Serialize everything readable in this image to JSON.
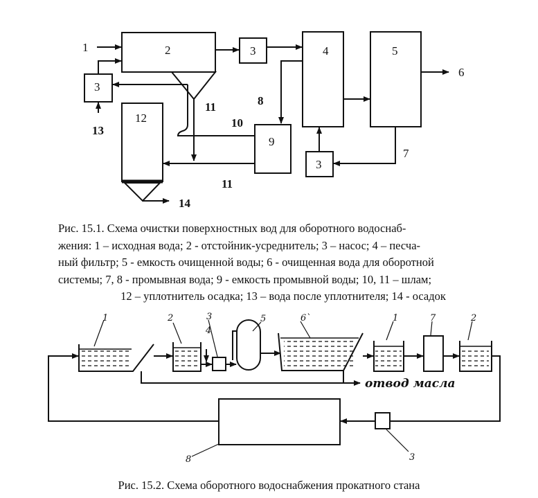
{
  "figure1": {
    "labels": {
      "n1": "1",
      "n2": "2",
      "n3a": "3",
      "n3b": "3",
      "n3c": "3",
      "n4": "4",
      "n5": "5",
      "n6": "6",
      "n7": "7",
      "n8": "8",
      "n9": "9",
      "n10": "10",
      "n11a": "11",
      "n11b": "11",
      "n12": "12",
      "n13": "13",
      "n14": "14"
    },
    "caption_lines": [
      "Рис. 15.1. Схема очистки поверхностных вод для оборотного водоснаб-",
      "жения: 1 – исходная вода; 2 - отстойник-усреднитель; 3 – насос; 4 – песча-",
      "ный фильтр; 5 - емкость очищенной воды; 6 - очищенная вода для оборотной",
      "системы; 7, 8 - промывная вода;  9 - емкость промывной воды; 10, 11 – шлам;",
      "12 – уплотнитель осадка; 13 – вода после уплотнителя; 14 - осадок"
    ]
  },
  "figure2": {
    "labels": {
      "t1": "1",
      "t2a": "2",
      "t3a": "3",
      "t4": "4",
      "t5": "5",
      "t6": "6`",
      "t1b": "1",
      "t7": "7",
      "t2b": "2",
      "t8": "8",
      "t3b": "3",
      "oil": "отвод масла"
    },
    "caption": "Рис. 15.2. Схема оборотного водоснабжения прокатного стана"
  }
}
